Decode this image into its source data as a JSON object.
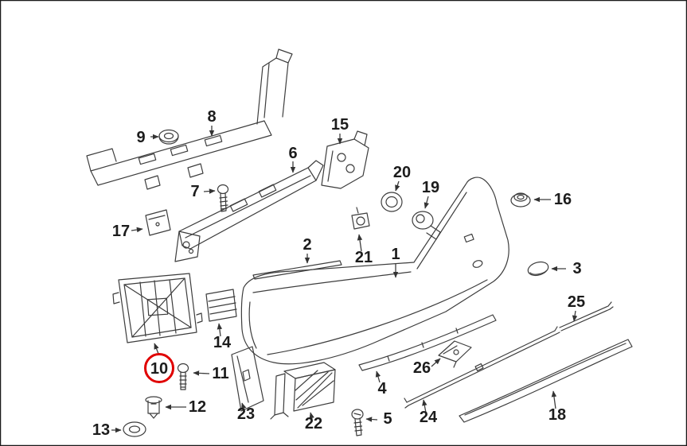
{
  "diagram": {
    "kind": "exploded-parts-diagram",
    "background_color": "#ffffff",
    "border_color": "#1a1a1a",
    "line_color": "#3d3d3d",
    "label_color": "#1c1c1c",
    "highlight_color": "#e00000",
    "highlighted_callout": "10",
    "callouts": [
      {
        "label": "1",
        "part": "rear-bumper-cover"
      },
      {
        "label": "2",
        "part": "upper-trim-strip"
      },
      {
        "label": "3",
        "part": "cover-cap"
      },
      {
        "label": "4",
        "part": "lower-protection-strip"
      },
      {
        "label": "5",
        "part": "screw"
      },
      {
        "label": "6",
        "part": "impact-bar"
      },
      {
        "label": "7",
        "part": "screw"
      },
      {
        "label": "8",
        "part": "upper-support-rail"
      },
      {
        "label": "9",
        "part": "cage-nut"
      },
      {
        "label": "10",
        "part": "side-mount-bracket",
        "highlighted": true
      },
      {
        "label": "11",
        "part": "screw"
      },
      {
        "label": "12",
        "part": "expanding-clip"
      },
      {
        "label": "13",
        "part": "grommet-nut"
      },
      {
        "label": "14",
        "part": "vent-grille"
      },
      {
        "label": "15",
        "part": "corner-bracket"
      },
      {
        "label": "16",
        "part": "hex-nut"
      },
      {
        "label": "17",
        "part": "mounting-plate"
      },
      {
        "label": "18",
        "part": "lower-trim-blade"
      },
      {
        "label": "19",
        "part": "pdc-sensor"
      },
      {
        "label": "20",
        "part": "sensor-ring"
      },
      {
        "label": "21",
        "part": "sensor-holder"
      },
      {
        "label": "22",
        "part": "module-with-bracket"
      },
      {
        "label": "23",
        "part": "side-plate"
      },
      {
        "label": "24",
        "part": "thin-strip-long"
      },
      {
        "label": "25",
        "part": "thin-strip-short"
      },
      {
        "label": "26",
        "part": "retaining-clip"
      }
    ]
  }
}
